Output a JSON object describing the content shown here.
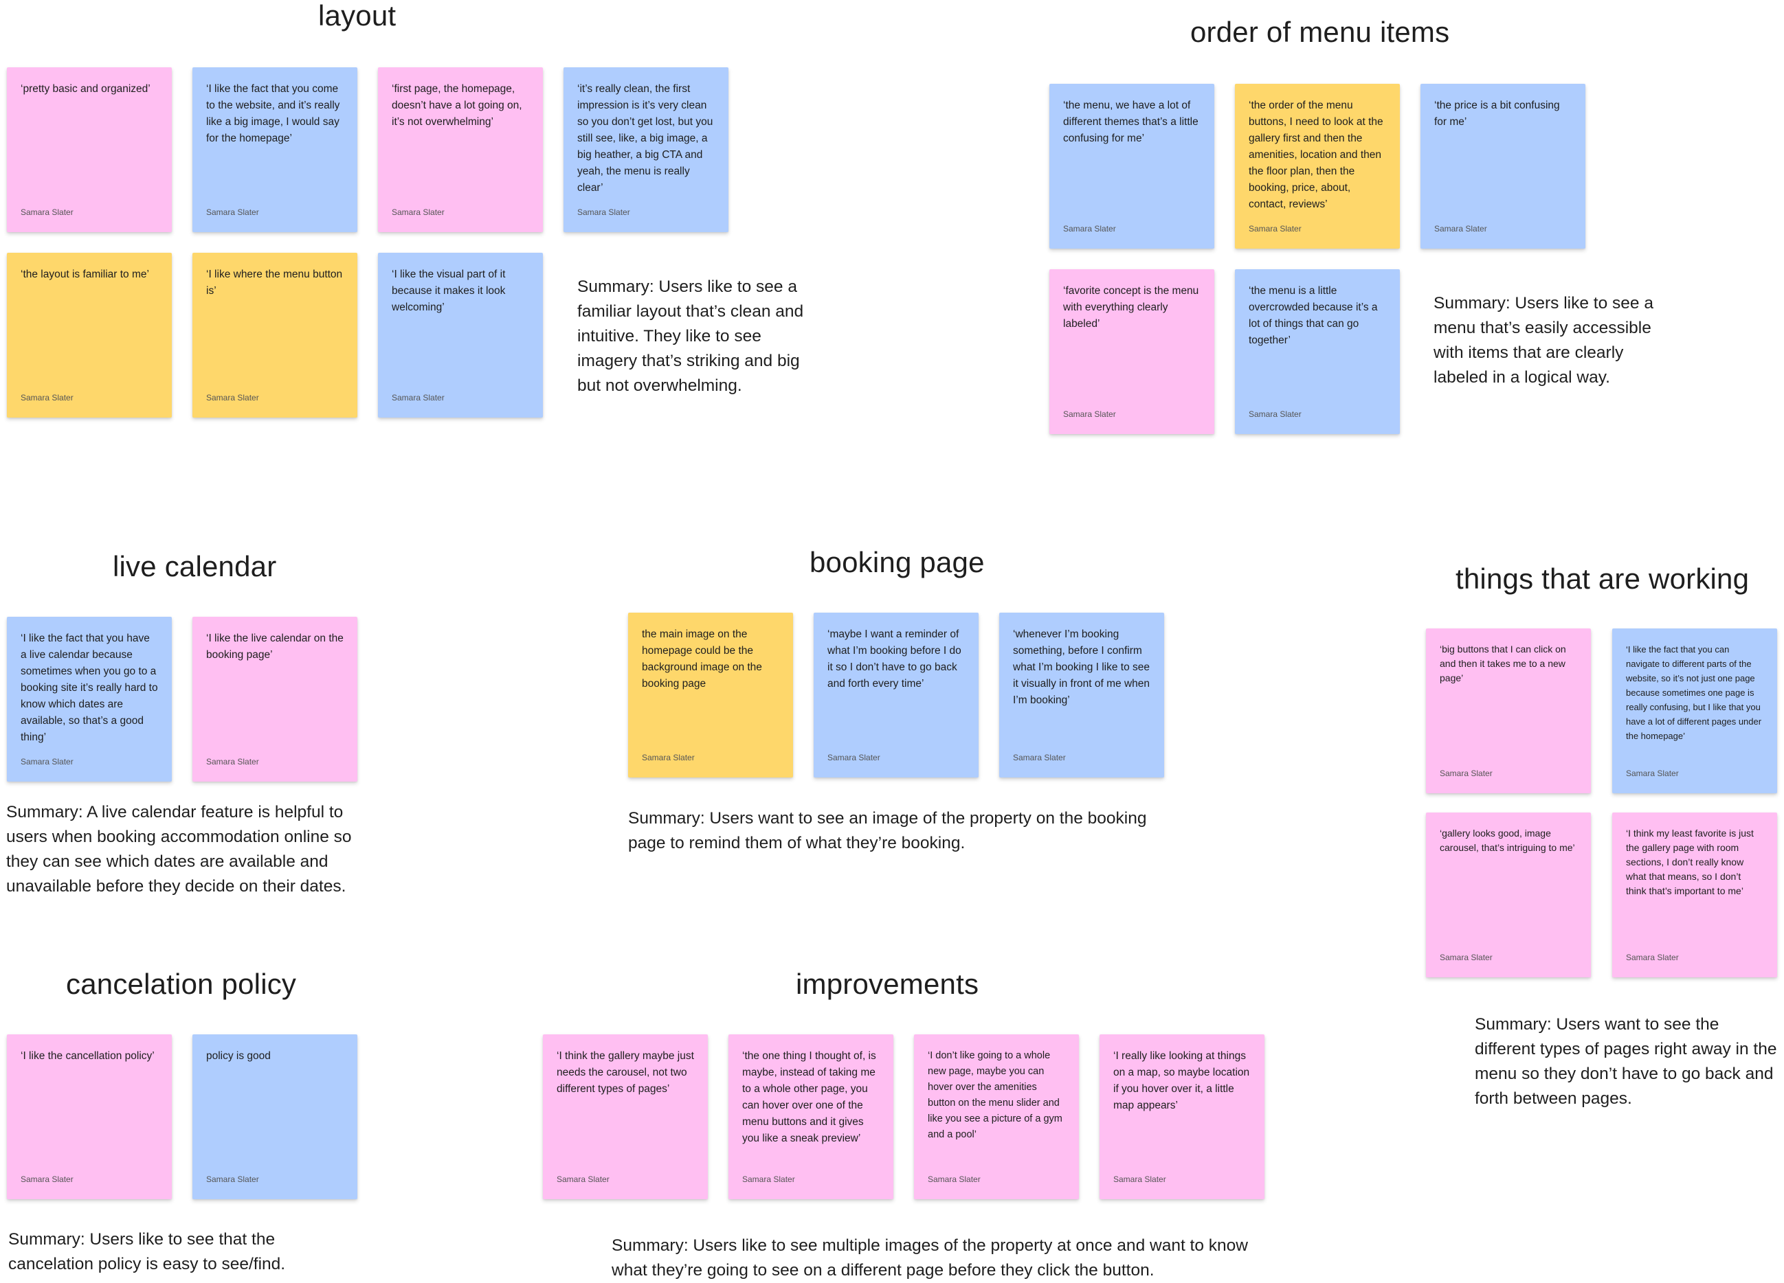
{
  "author": "Samara Slater",
  "colors": {
    "pink": "#ffbff2",
    "blue": "#afcdfe",
    "yellow": "#fed76b"
  },
  "sections": {
    "layout": {
      "title": "layout",
      "notes": [
        "‘pretty basic and organized’",
        "‘I like the fact that you come to the website, and it’s really like a big image, I would say for the homepage’",
        "‘first page, the homepage, doesn’t have a lot going on, it’s not overwhelming’",
        "‘it’s really clean, the first impression is it’s very clean so you don’t get lost, but you still see, like, a big image, a big heather, a big CTA and yeah, the menu is really clear’",
        "‘the layout is familiar to me’",
        "‘I like where the menu button is’",
        "‘I like the visual part of it because it makes it look welcoming’"
      ],
      "summary": "Summary: Users like to see a familiar layout that’s clean and intuitive. They like to see imagery that’s striking and big but not overwhelming."
    },
    "menu": {
      "title": "order of menu items",
      "notes": [
        "‘the menu, we have a lot of different themes that’s a little confusing for me’",
        "‘the order of the menu buttons, I need to look at the gallery first and then the amenities, location and then the floor plan, then the booking, price, about, contact, reviews’",
        "‘the price is a bit confusing for me’",
        "‘favorite concept is the menu with everything clearly labeled’",
        "‘the menu is a little overcrowded because it’s a lot of things that can go together’"
      ],
      "summary": "Summary: Users like to see a menu that’s easily accessible with items that are clearly labeled in a logical way."
    },
    "calendar": {
      "title": "live calendar",
      "notes": [
        "‘I like the fact that you have a live calendar because sometimes when you go to a booking site it’s really hard to know which dates are available, so that’s a good thing’",
        "‘I like the live calendar on the booking page’"
      ],
      "summary": "Summary: A live calendar feature is helpful to users when booking accommodation online so they can see which dates are available and unavailable before they decide on their dates."
    },
    "booking": {
      "title": "booking page",
      "notes": [
        "the main image on the homepage could be the background image on the booking page",
        "‘maybe I want a reminder of what I’m booking before I do it so I don’t have to go back and forth every time’",
        "‘whenever I’m booking something, before I confirm what I’m booking I like to see it visually in front of me when I’m booking’"
      ],
      "summary": "Summary: Users want to see an image of the property on the booking page to remind them of what they’re booking."
    },
    "working": {
      "title": "things that are working",
      "notes": [
        "‘big buttons that I can click on and then it takes me to a new page’",
        "‘I like the fact that you can navigate to different parts of the website, so it’s not just one page because sometimes one page is really confusing, but I like that you have a lot of different pages under the homepage’",
        "‘gallery looks good, image carousel, that’s intriguing to me’",
        "‘I think my least favorite is just the gallery page with room sections, I don’t really know what that means, so I don’t think that’s important to me’"
      ],
      "summary": "Summary: Users want to see the different types of pages right away in the menu so they don’t have to go back and forth between pages."
    },
    "cancelation": {
      "title": "cancelation policy",
      "notes": [
        "‘I like the cancellation policy’",
        "policy is good"
      ],
      "summary": "Summary: Users like to see that the cancelation policy is easy to see/find."
    },
    "improvements": {
      "title": "improvements",
      "notes": [
        "‘I think the gallery maybe just needs the carousel, not two different types of pages’",
        "‘the one thing I thought of, is maybe, instead of taking me to a whole other page, you can hover over one of the menu buttons and it gives you like a sneak preview’",
        "‘I don’t like going to a whole new page, maybe you can hover over the amenities button on the menu slider and like you see a picture of a gym and a pool’",
        "‘I really like looking at things on a map, so maybe location if you hover over it, a little map appears’"
      ],
      "summary": "Summary: Users like to see multiple images of the property at once and want to know what they’re going to see on a different page before they click the button."
    }
  }
}
